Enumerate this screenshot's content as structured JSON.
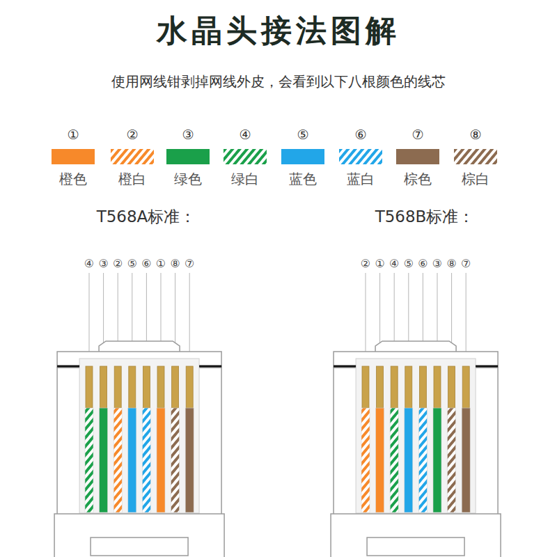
{
  "diagram": {
    "title": "水晶头接法图解",
    "labels": [
      "使用网线钳剥掉网线外皮，会看到以下八根颜色的线芯",
      "①",
      "②",
      "③",
      "④",
      "⑤",
      "⑥",
      "⑦",
      "⑧",
      "T568A标准：",
      "T568B标准：",
      "④",
      "③",
      "②",
      "⑤",
      "⑥",
      "①",
      "⑧",
      "⑦",
      "②",
      "①",
      "④",
      "⑤",
      "⑥",
      "③",
      "⑧",
      "⑦"
    ],
    "legend": [
      {
        "text": "橙色",
        "color": "#f7892a"
      },
      {
        "text": "橙白"
      },
      {
        "text": "绿色",
        "color": "#1aa04a"
      },
      {
        "text": "绿白"
      },
      {
        "text": "蓝色",
        "color": "#22a6e8"
      },
      {
        "text": "蓝白"
      },
      {
        "text": "棕色",
        "color": "#8c6b50"
      },
      {
        "text": "棕白"
      }
    ]
  }
}
